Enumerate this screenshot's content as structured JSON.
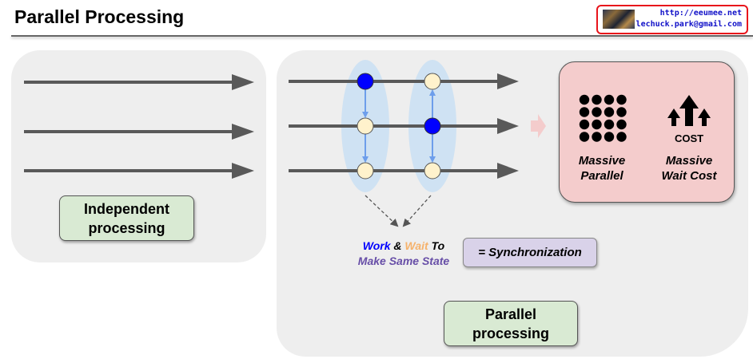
{
  "header": {
    "title": "Parallel Processing",
    "badge": {
      "url": "http://eeumee.net",
      "email": "lechuck.park@gmail.com",
      "thumbnail_icon": "avatar-thumbnail"
    }
  },
  "independent": {
    "label_line1": "Independent",
    "label_line2": "processing",
    "arrow_count": 3
  },
  "parallel": {
    "label_line1": "Parallel",
    "label_line2": "processing",
    "caption": {
      "work": "Work",
      "amp": " & ",
      "wait": "Wait",
      "to": " To",
      "line2": "Make Same State"
    },
    "sync_label": "= Synchronization",
    "sync_groups": [
      {
        "active_lane": 0,
        "direction": "down"
      },
      {
        "active_lane": 1,
        "direction": "both"
      }
    ]
  },
  "result": {
    "items": [
      {
        "icon": "dot-grid-icon",
        "line1": "Massive",
        "line2": "Parallel"
      },
      {
        "icon": "cost-up-icon",
        "icon_text": "COST",
        "line1": "Massive",
        "line2": "Wait Cost"
      }
    ]
  },
  "colors": {
    "panel_bg": "#eeeeee",
    "arrow": "#595959",
    "work_node": "#0000ff",
    "wait_node": "#fff2cc",
    "sync_ellipse": "#cfe2f3",
    "sync_arrow": "#6d9eeb",
    "label_green": "#d9ead3",
    "sync_purple": "#d9d2e9",
    "result_pink": "#f4cccc",
    "work_text": "#0000ff",
    "wait_text": "#f6b26b",
    "state_text": "#674ea7",
    "badge_border": "#e8141b"
  }
}
